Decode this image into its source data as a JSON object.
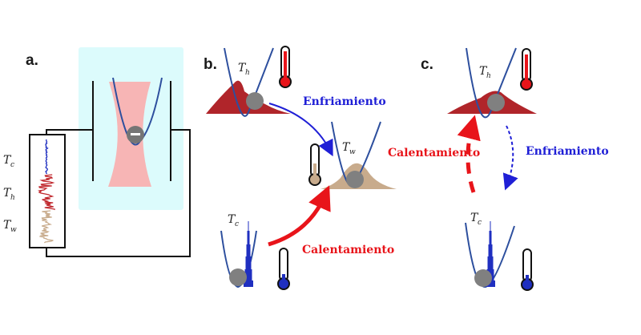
{
  "figure": {
    "panels": {
      "a": {
        "label": "a.",
        "temperatures": [
          {
            "main": "T",
            "sub": "c"
          },
          {
            "main": "T",
            "sub": "h"
          },
          {
            "main": "T",
            "sub": "w"
          }
        ]
      },
      "b": {
        "label": "b.",
        "hot_trap": {
          "main": "T",
          "sub": "h"
        },
        "warm_trap": {
          "main": "T",
          "sub": "w"
        },
        "cold_trap": {
          "main": "T",
          "sub": "c"
        },
        "cooling_label": "Enfriamiento",
        "heating_label": "Calentamiento"
      },
      "c": {
        "label": "c.",
        "hot_trap": {
          "main": "T",
          "sub": "h"
        },
        "cold_trap": {
          "main": "T",
          "sub": "c"
        },
        "cooling_label": "Enfriamiento",
        "heating_label": "Calentamiento"
      }
    },
    "colors": {
      "hot": "#c0272d",
      "warm": "#c8ab8c",
      "cold": "#1f2fc0",
      "cooling_text": "#1f1fd6",
      "heating_text": "#e8141a",
      "trap_background": "#dcfbfc",
      "laser_beam": "#f7b5b5",
      "potential": "#2d4f9e",
      "particle": "#808080"
    }
  }
}
